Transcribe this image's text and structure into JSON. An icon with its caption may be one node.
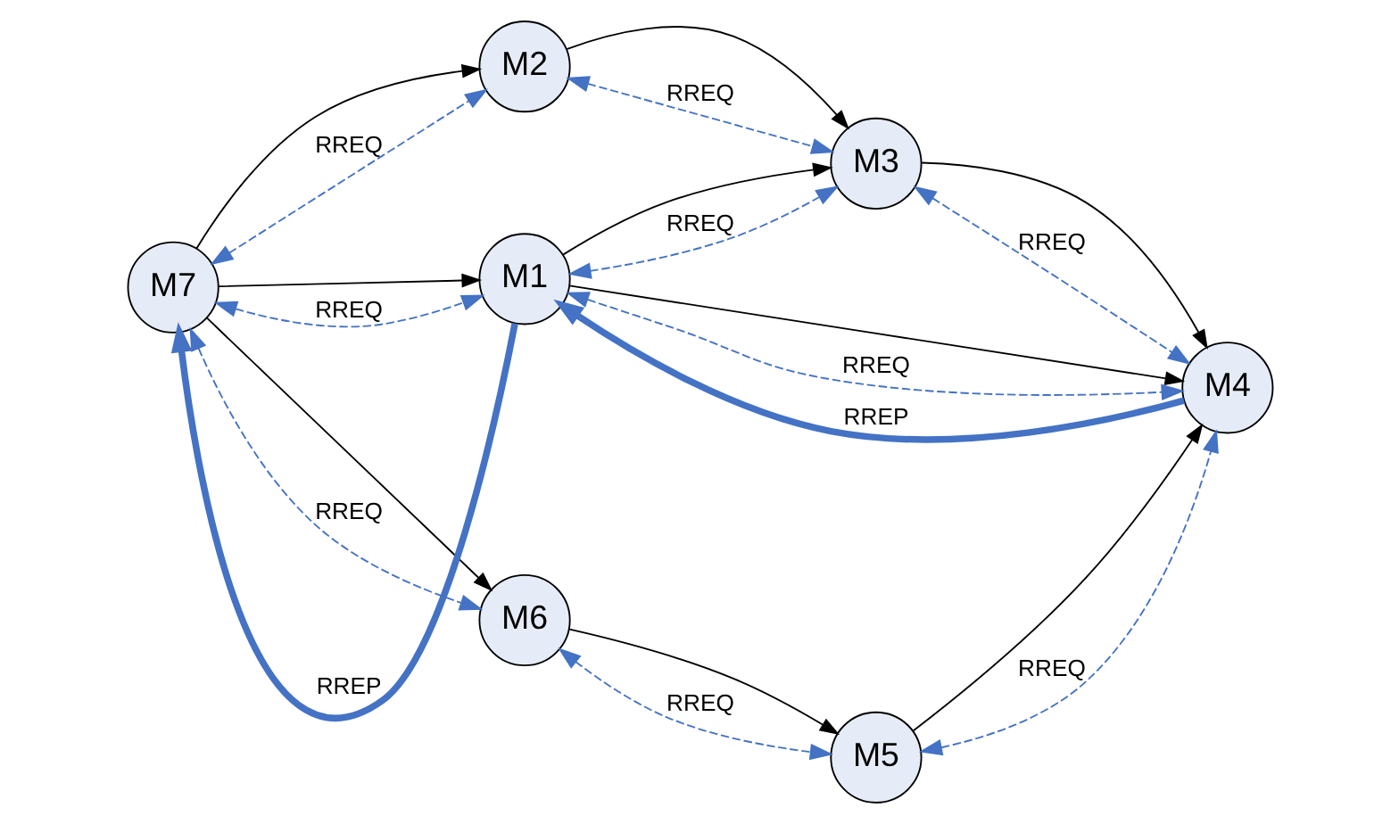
{
  "diagram": {
    "nodes": [
      {
        "text": [
          "M2"
        ]
      },
      {
        "text": [
          "M3"
        ]
      },
      {
        "text": [
          "M7"
        ]
      },
      {
        "text": [
          "M1"
        ]
      },
      {
        "text": [
          "M4"
        ]
      },
      {
        "text": [
          "M6"
        ]
      },
      {
        "text": [
          "M5"
        ]
      }
    ],
    "edges": [
      {
        "from": 2,
        "to": 0,
        "arrow": "to",
        "color": "#000000"
      },
      {
        "from": 0,
        "to": 1,
        "arrow": "to",
        "color": "#000000"
      },
      {
        "from": 2,
        "to": 3,
        "arrow": "to",
        "color": "#000000"
      },
      {
        "from": 3,
        "to": 1,
        "arrow": "to",
        "color": "#000000"
      },
      {
        "from": 1,
        "to": 4,
        "arrow": "to",
        "color": "#000000"
      },
      {
        "from": 3,
        "to": 4,
        "arrow": "to",
        "color": "#000000"
      },
      {
        "from": 2,
        "to": 5,
        "arrow": "to",
        "color": "#000000"
      },
      {
        "from": 5,
        "to": 6,
        "arrow": "to",
        "color": "#000000"
      },
      {
        "from": 6,
        "to": 4,
        "arrow": "to",
        "color": "#000000"
      },
      {
        "from": 0,
        "to": 1,
        "arrow": "both",
        "style": "dashed",
        "label": "RREQ"
      },
      {
        "from": 2,
        "to": 0,
        "arrow": "both",
        "style": "dashed",
        "label": "RREQ"
      },
      {
        "from": 3,
        "to": 1,
        "arrow": "both",
        "style": "dashed",
        "label": "RREQ"
      },
      {
        "from": 1,
        "to": 4,
        "arrow": "both",
        "style": "dashed",
        "label": "RREQ"
      },
      {
        "from": 2,
        "to": 3,
        "arrow": "both",
        "style": "dashed",
        "label": "RREQ"
      },
      {
        "from": 3,
        "to": 2,
        "arrow": "to",
        "style": "thick",
        "label": "RREP"
      },
      {
        "from": 3,
        "to": 4,
        "arrow": "both",
        "style": "dashed",
        "label": "RREQ"
      },
      {
        "from": 4,
        "to": 3,
        "arrow": "to",
        "style": "thick",
        "label": "RREP"
      },
      {
        "from": 2,
        "to": 5,
        "arrow": "both",
        "style": "dashed",
        "label": "RREQ"
      },
      {
        "from": 6,
        "to": 4,
        "arrow": "both",
        "style": "dashed",
        "label": "RREQ"
      },
      {
        "from": 5,
        "to": 6,
        "arrow": "both",
        "style": "dashed",
        "label": "RREQ"
      }
    ]
  }
}
